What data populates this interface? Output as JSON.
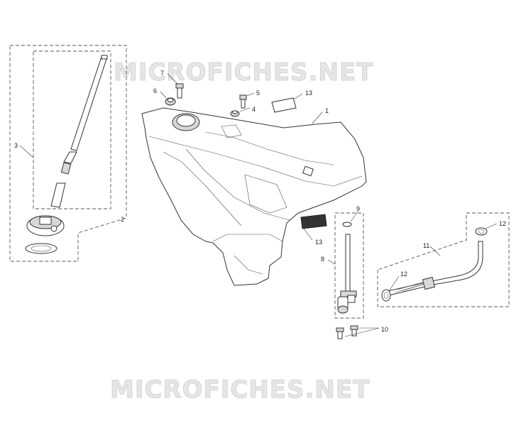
{
  "watermark": {
    "top": "MICROFICHES.NET",
    "bottom": "MICROFICHES.NET"
  },
  "callouts": {
    "c1": "1",
    "c2": "2",
    "c3": "3",
    "c4": "4",
    "c5": "5",
    "c6": "6",
    "c7": "7",
    "c8": "8",
    "c9": "9",
    "c10": "10",
    "c11": "11",
    "c12a": "12",
    "c12b": "12",
    "c13a": "13",
    "c13b": "13"
  }
}
